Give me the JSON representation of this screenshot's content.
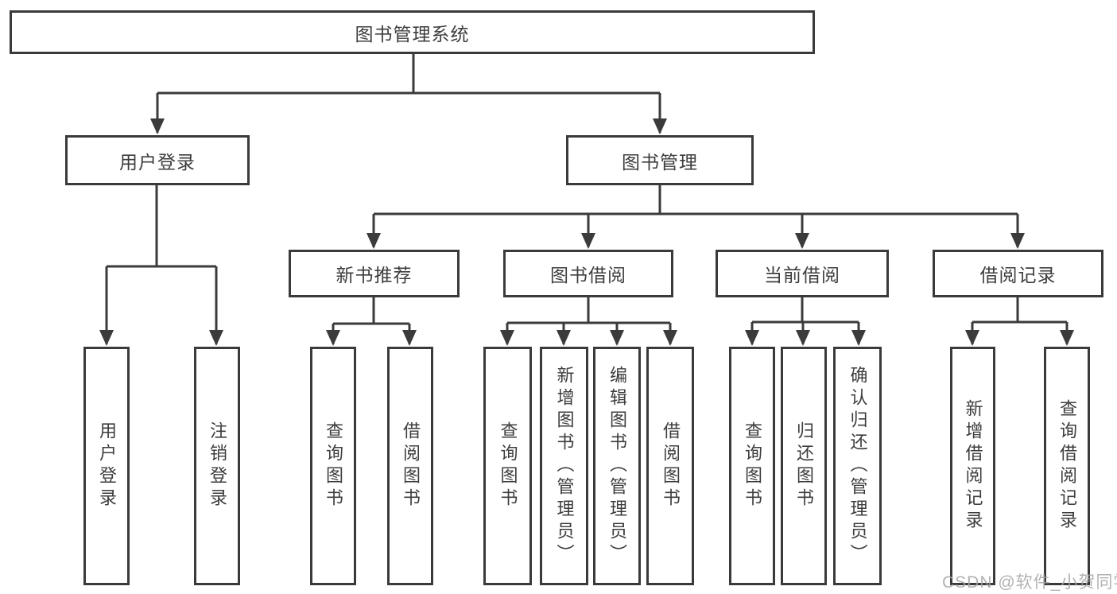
{
  "diagram": {
    "root": {
      "label": "图书管理系统"
    },
    "branches": [
      {
        "label": "用户登录",
        "children": [
          {
            "label": "用户登录"
          },
          {
            "label": "注销登录"
          }
        ]
      },
      {
        "label": "图书管理",
        "sections": [
          {
            "label": "新书推荐",
            "children": [
              {
                "label": "查询图书"
              },
              {
                "label": "借阅图书"
              }
            ]
          },
          {
            "label": "图书借阅",
            "children": [
              {
                "label": "查询图书"
              },
              {
                "label": "新增图书（管理员）"
              },
              {
                "label": "编辑图书（管理员）"
              },
              {
                "label": "借阅图书"
              }
            ]
          },
          {
            "label": "当前借阅",
            "children": [
              {
                "label": "查询图书"
              },
              {
                "label": "归还图书"
              },
              {
                "label": "确认归还（管理员）"
              }
            ]
          },
          {
            "label": "借阅记录",
            "children": [
              {
                "label": "新增借阅记录"
              },
              {
                "label": "查询借阅记录"
              }
            ]
          }
        ]
      }
    ]
  },
  "watermark": {
    "text": "CSDN @软件_小贺同学"
  },
  "colors": {
    "line": "#3b3b3b",
    "box_border": "#3a3a3a",
    "text": "#3d3d3d",
    "watermark": "#a4a4a4",
    "background": "#ffffff"
  }
}
